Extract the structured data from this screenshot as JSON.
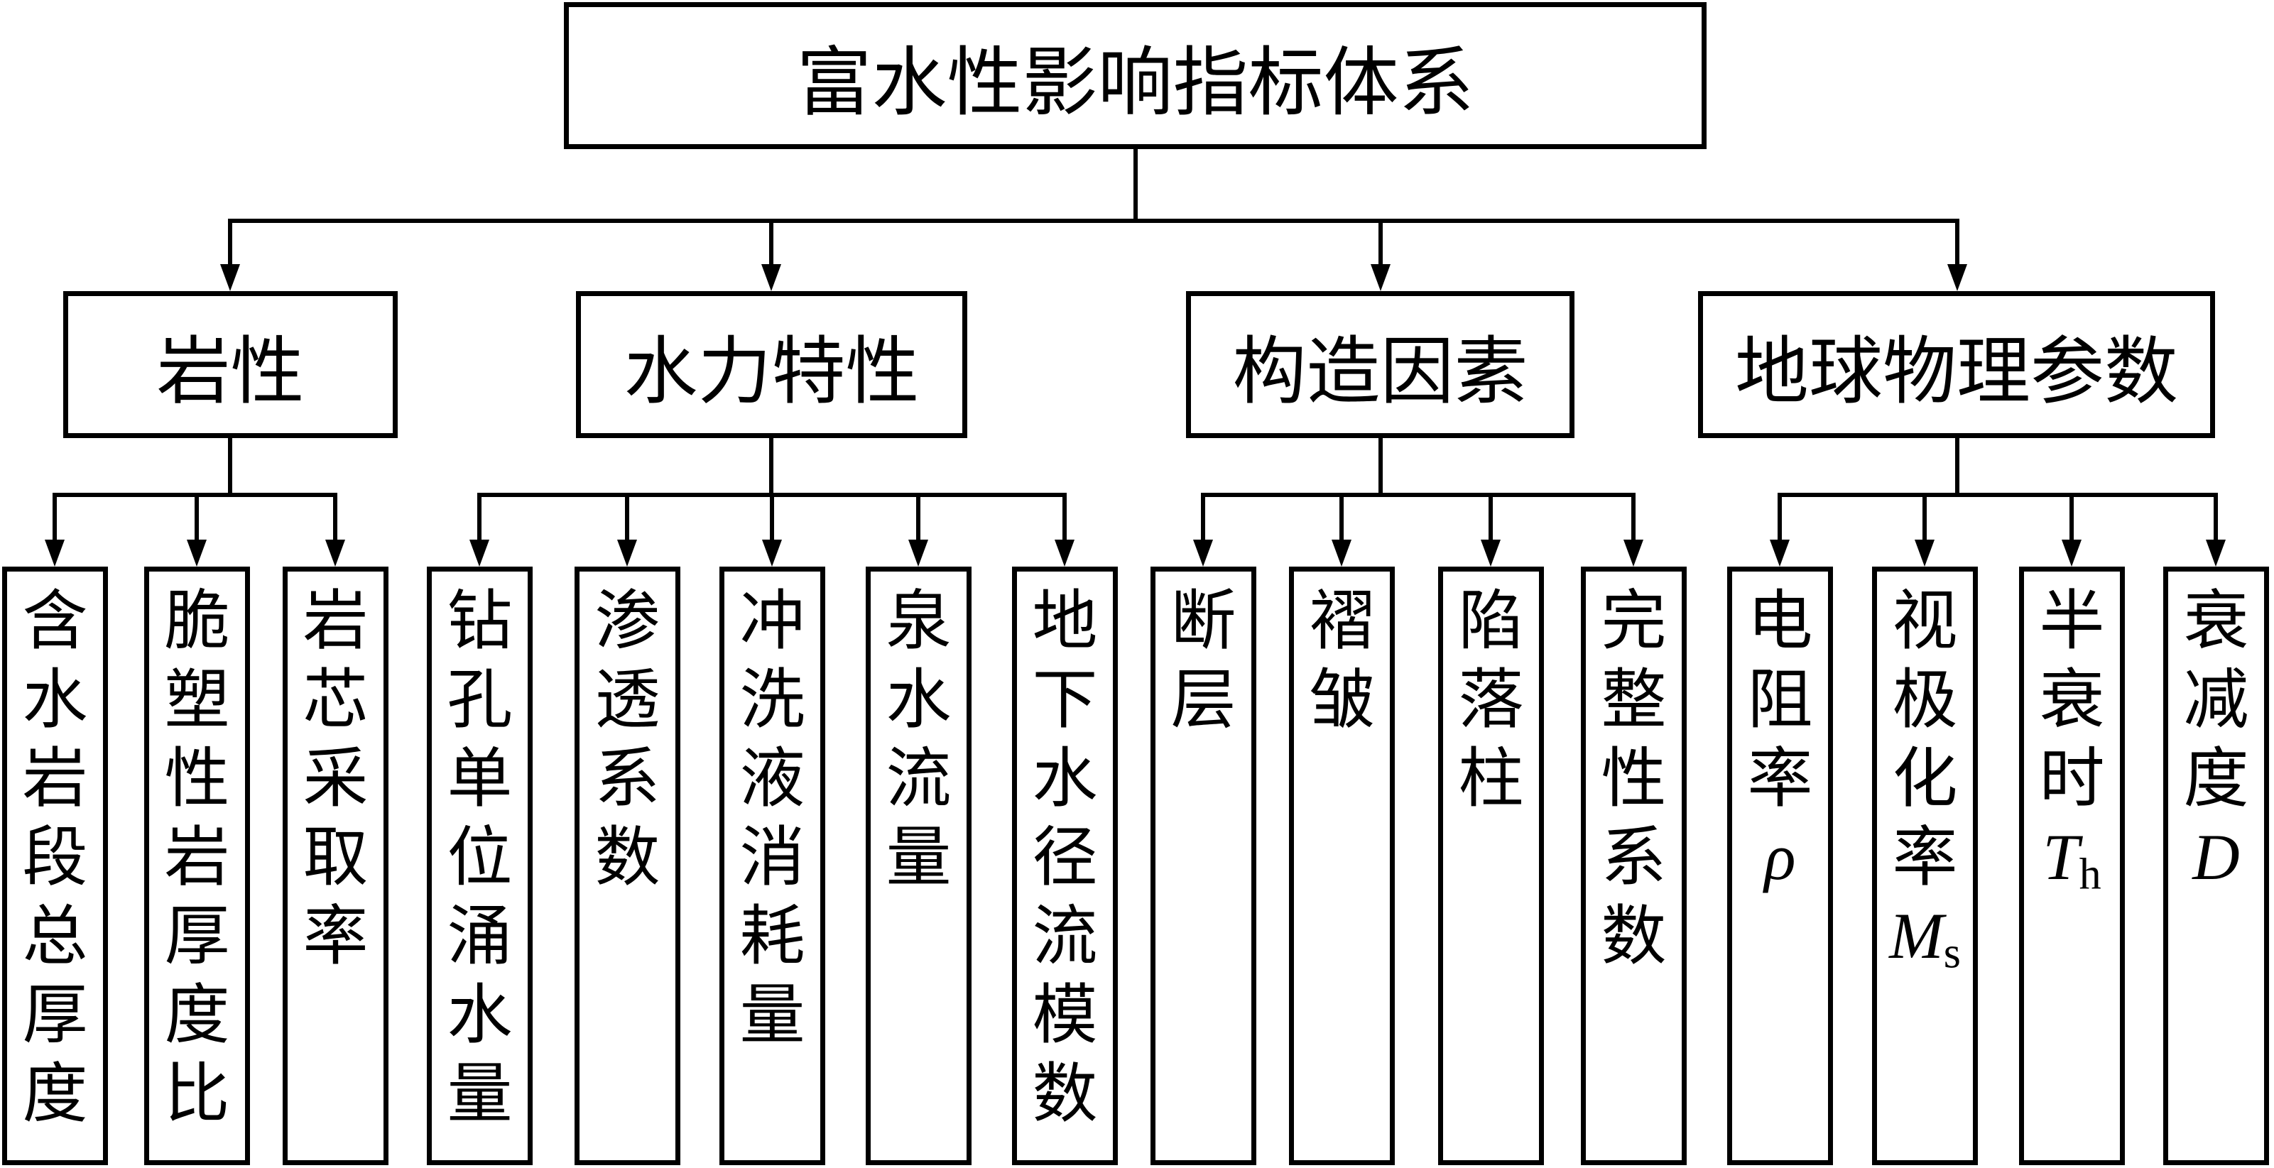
{
  "root": {
    "label": "富水性影响指标体系"
  },
  "categories": [
    {
      "label": "岩性",
      "items": [
        {
          "label": "含水岩段总厚度"
        },
        {
          "label": "脆塑性岩厚度比"
        },
        {
          "label": "岩芯采取率"
        }
      ]
    },
    {
      "label": "水力特性",
      "items": [
        {
          "label": "钻孔单位涌水量"
        },
        {
          "label": "渗透系数"
        },
        {
          "label": "冲洗液消耗量"
        },
        {
          "label": "泉水流量"
        },
        {
          "label": "地下水径流模数"
        }
      ]
    },
    {
      "label": "构造因素",
      "items": [
        {
          "label": "断层"
        },
        {
          "label": "褶皱"
        },
        {
          "label": "陷落柱"
        },
        {
          "label": "完整性系数"
        }
      ]
    },
    {
      "label": "地球物理参数",
      "items": [
        {
          "label": "电阻率",
          "symbol": "ρ",
          "symbol_sub": ""
        },
        {
          "label": "视极化率",
          "symbol": "M",
          "symbol_sub": "s"
        },
        {
          "label": "半衰时",
          "symbol": "T",
          "symbol_sub": "h"
        },
        {
          "label": "衰减度",
          "symbol": "D",
          "symbol_sub": ""
        }
      ]
    }
  ],
  "colors": {
    "stroke": "#000000",
    "background": "#ffffff"
  }
}
